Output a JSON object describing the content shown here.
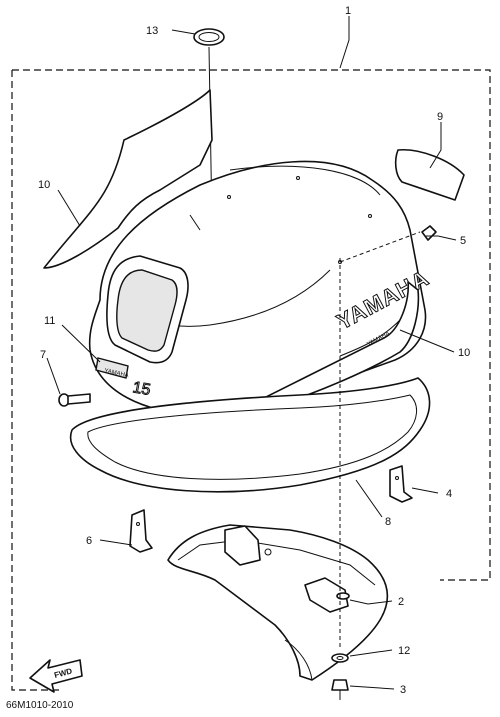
{
  "diagram": {
    "drawing_code": "66M1010-2010",
    "brand_decal": "YAMAHA",
    "model_decal": "15",
    "small_decal": "YAMAHA",
    "direction_label": "FWD",
    "callouts": {
      "c1": "1",
      "c2": "2",
      "c3": "3",
      "c4": "4",
      "c5": "5",
      "c6": "6",
      "c7": "7",
      "c8": "8",
      "c9": "9",
      "c10a": "10",
      "c10b": "10",
      "c11": "11",
      "c12": "12",
      "c13": "13"
    }
  }
}
